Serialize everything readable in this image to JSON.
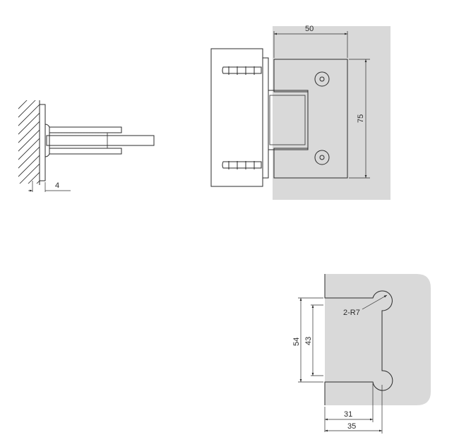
{
  "colors": {
    "background": "#ffffff",
    "wall_fill": "#d9d9d9",
    "line": "#2b2b2b"
  },
  "side_view": {
    "dimension_4": "4"
  },
  "front_view": {
    "dimension_50": "50",
    "dimension_75": "75"
  },
  "cutout_view": {
    "radius_label": "2-R7",
    "dimension_54": "54",
    "dimension_43": "43",
    "dimension_31": "31",
    "dimension_35": "35"
  }
}
